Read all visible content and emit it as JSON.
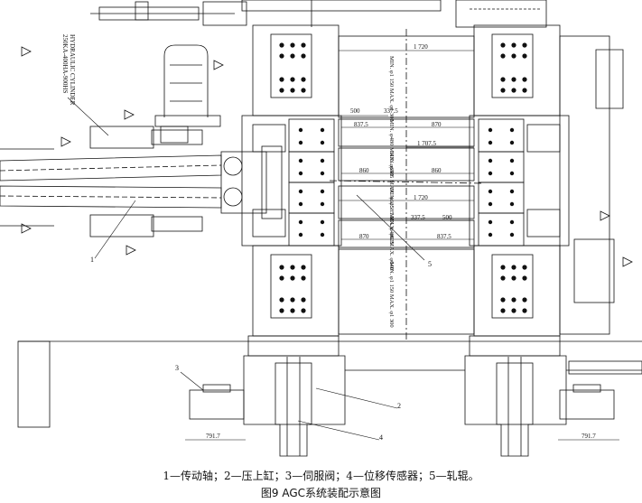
{
  "figure": {
    "legend": "1—传动轴；2—压上缸；3—伺服阀；4—位移传感器；5—轧辊。",
    "title": "图9   AGC系统装配示意图"
  },
  "drawing": {
    "cylinder_note_line1": "HYDRAULIC CYLINDER",
    "cylinder_note_line2": "250KA-400HA-900HS",
    "callouts": {
      "c1": "1",
      "c2": "2",
      "c3": "3",
      "c4": "4",
      "c5": "5"
    },
    "dims": {
      "d1720_top": "1 720",
      "d500_left": "500",
      "d337_top": "337.5",
      "d837_left": "837.5",
      "d870_right": "870",
      "d1707": "1 707.5",
      "d860_left": "860",
      "d860_right": "860",
      "d1720_mid": "1 720",
      "d337_bot": "337.5",
      "d500_right": "500",
      "d870_left": "870",
      "d837_right": "837.5",
      "d791_left": "791.7",
      "d791_right": "791.7"
    },
    "roll_labels": {
      "upper_backup": "MIN. φ1 150   MAX. φ1 300",
      "upper_work": "MIN. φ480 MAX. φ640",
      "upper_int": "MIN. φ585 MAX. φ625",
      "lower_int": "MIN. φ585 MAX. φ625",
      "lower_work": "MIN. φ480 MAX. φ640",
      "lower_backup": "MIN. φ1 150   MAX. φ1 300"
    }
  }
}
